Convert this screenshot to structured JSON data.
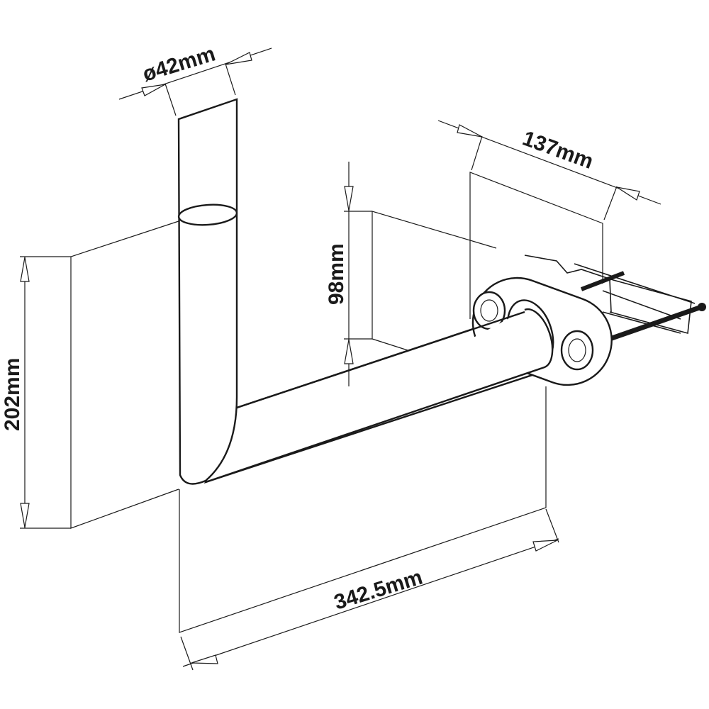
{
  "title": "Wall mount bracket dimension drawing",
  "dimensions": {
    "pipe_diameter": "ø42mm",
    "plate_width": "137mm",
    "plate_height": "98mm",
    "total_height": "202mm",
    "wall_distance": "342.5mm"
  }
}
